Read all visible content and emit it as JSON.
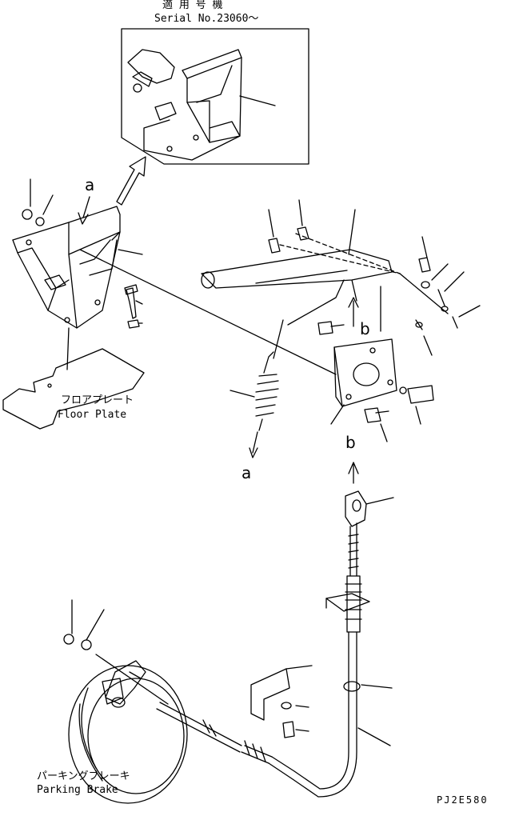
{
  "inset": {
    "title_jp": "適 用 号 機",
    "serial": "Serial No.23060～"
  },
  "callouts": {
    "a_top": "a",
    "a_bottom": "a",
    "b_top": "b",
    "b_bottom": "b"
  },
  "floor_plate": {
    "jp": "フロアプレート",
    "en": "Floor Plate"
  },
  "parking_brake": {
    "jp": "パーキングブレーキ",
    "en": "Parking Brake"
  },
  "drawing_code": "PJ2E580"
}
